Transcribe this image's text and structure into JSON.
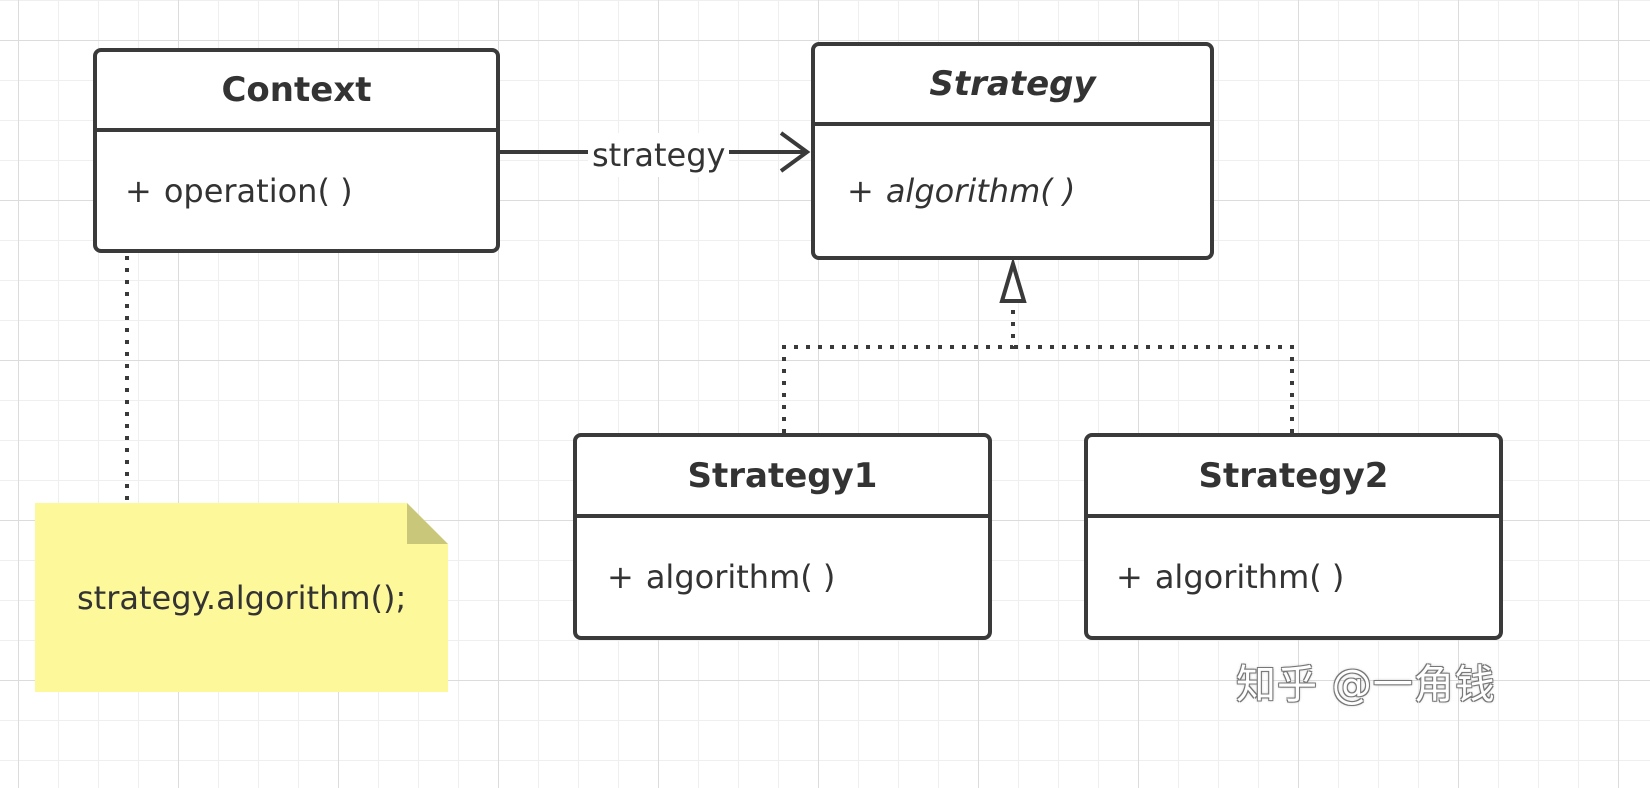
{
  "diagram": {
    "classes": {
      "context": {
        "name": "Context",
        "member_prefix": "+",
        "member": "operation( )"
      },
      "strategy": {
        "name": "Strategy",
        "member_prefix": "+",
        "member": "algorithm( )",
        "abstract": true
      },
      "strategy1": {
        "name": "Strategy1",
        "member_prefix": "+",
        "member": "algorithm( )"
      },
      "strategy2": {
        "name": "Strategy2",
        "member_prefix": "+",
        "member": "algorithm( )"
      }
    },
    "association": {
      "label": "strategy"
    },
    "note": {
      "text": "strategy.algorithm();",
      "color": "#fdf899"
    },
    "watermark": "知乎 @一角钱"
  },
  "colors": {
    "stroke": "#3a3a3a",
    "text": "#333333",
    "grid_major": "#dcdcdc",
    "grid_minor": "#efefef",
    "note_fill": "#fdf899",
    "note_fold": "#c9c77a"
  }
}
